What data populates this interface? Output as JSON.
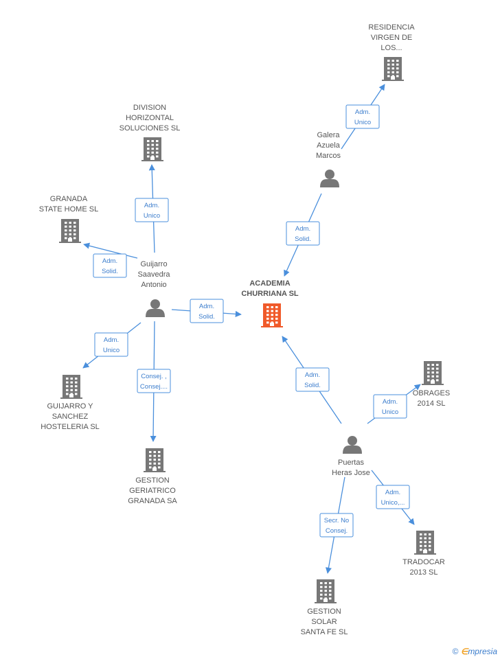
{
  "nodes": [
    {
      "id": "academia",
      "kind": "company",
      "main": true,
      "lines": [
        "ACADEMIA",
        "CHURRIANA SL"
      ]
    },
    {
      "id": "residencia",
      "kind": "company",
      "lines": [
        "RESIDENCIA",
        "VIRGEN DE",
        "LOS..."
      ]
    },
    {
      "id": "galera",
      "kind": "person",
      "lines": [
        "Galera",
        "Azuela",
        "Marcos"
      ]
    },
    {
      "id": "division",
      "kind": "company",
      "lines": [
        "DIVISION",
        "HORIZONTAL",
        "SOLUCIONES SL"
      ]
    },
    {
      "id": "granada_state",
      "kind": "company",
      "lines": [
        "GRANADA",
        "STATE HOME SL"
      ]
    },
    {
      "id": "guijarro",
      "kind": "person",
      "lines": [
        "Guijarro",
        "Saavedra",
        "Antonio"
      ]
    },
    {
      "id": "guijarro_sanchez",
      "kind": "company",
      "lines": [
        "GUIJARRO Y",
        "SANCHEZ",
        "HOSTELERIA SL"
      ]
    },
    {
      "id": "gestion_geriatrico",
      "kind": "company",
      "lines": [
        "GESTION",
        "GERIATRICO",
        "GRANADA SA"
      ]
    },
    {
      "id": "obrages",
      "kind": "company",
      "lines": [
        "OBRAGES",
        "2014  SL"
      ]
    },
    {
      "id": "puertas",
      "kind": "person",
      "lines": [
        "Puertas",
        "Heras Jose"
      ]
    },
    {
      "id": "tradocar",
      "kind": "company",
      "lines": [
        "TRADOCAR",
        "2013  SL"
      ]
    },
    {
      "id": "gestion_solar",
      "kind": "company",
      "lines": [
        "GESTION",
        "SOLAR",
        "SANTA FE SL"
      ]
    }
  ],
  "edges": [
    {
      "from": "galera",
      "to": "residencia",
      "label": [
        "Adm.",
        "Unico"
      ]
    },
    {
      "from": "galera",
      "to": "academia",
      "label": [
        "Adm.",
        "Solid."
      ]
    },
    {
      "from": "guijarro",
      "to": "division",
      "label": [
        "Adm.",
        "Unico"
      ]
    },
    {
      "from": "guijarro",
      "to": "granada_state",
      "label": [
        "Adm.",
        "Solid."
      ]
    },
    {
      "from": "guijarro",
      "to": "academia",
      "label": [
        "Adm.",
        "Solid."
      ]
    },
    {
      "from": "guijarro",
      "to": "guijarro_sanchez",
      "label": [
        "Adm.",
        "Unico"
      ]
    },
    {
      "from": "guijarro",
      "to": "gestion_geriatrico",
      "label": [
        "Consej. ,",
        "Consej...."
      ]
    },
    {
      "from": "puertas",
      "to": "academia",
      "label": [
        "Adm.",
        "Solid."
      ]
    },
    {
      "from": "puertas",
      "to": "obrages",
      "label": [
        "Adm.",
        "Unico"
      ]
    },
    {
      "from": "puertas",
      "to": "tradocar",
      "label": [
        "Adm.",
        "Unico,..."
      ]
    },
    {
      "from": "puertas",
      "to": "gestion_solar",
      "label": [
        "Secr.  No",
        "Consej."
      ]
    }
  ],
  "colors": {
    "main_company": "#f05a2a",
    "company": "#777777",
    "person": "#777777",
    "edge": "#4a8fdc"
  },
  "footer": {
    "copyright": "©",
    "brand_e": "∈",
    "brand_rest": "mpresia"
  }
}
